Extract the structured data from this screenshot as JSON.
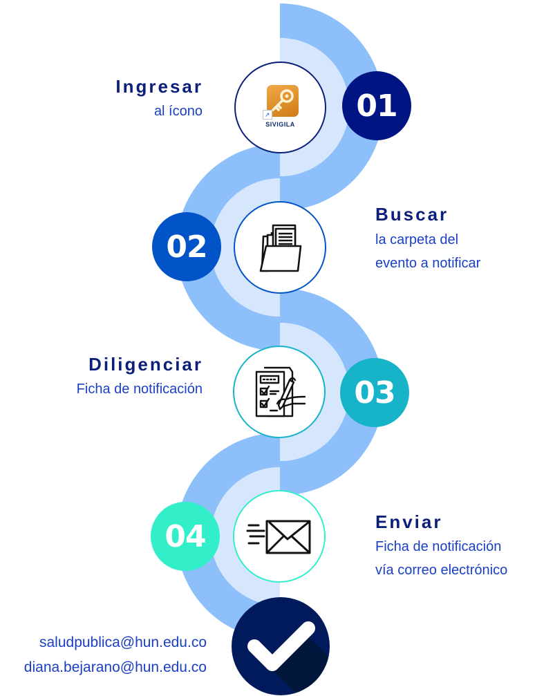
{
  "colors": {
    "band_outer": "#8dbffb",
    "band_inner": "#d5e6fd",
    "title_text": "#0a1e7a",
    "desc_text": "#1a3fc4",
    "step1": "#001484",
    "step2": "#0054c8",
    "step3": "#17b3c9",
    "step4": "#33efc9",
    "final": "#001a5c"
  },
  "steps": [
    {
      "number": "01",
      "title": "Ingresar",
      "desc_lines": [
        "al ícono"
      ],
      "icon": "sivigila-app-icon",
      "icon_label": "SIVIGILA"
    },
    {
      "number": "02",
      "title": "Buscar",
      "desc_lines": [
        "la carpeta del",
        "evento a notificar"
      ],
      "icon": "folder-documents-icon"
    },
    {
      "number": "03",
      "title": "Diligenciar",
      "desc_lines": [
        "Ficha de notificación"
      ],
      "icon": "form-checklist-pen-icon"
    },
    {
      "number": "04",
      "title": "Enviar",
      "desc_lines": [
        "Ficha de notificación",
        "vía correo electrónico"
      ],
      "icon": "send-email-icon"
    }
  ],
  "final": {
    "icon": "checkmark-icon",
    "emails": [
      "saludpublica@hun.edu.co",
      "diana.bejarano@hun.edu.co"
    ]
  }
}
